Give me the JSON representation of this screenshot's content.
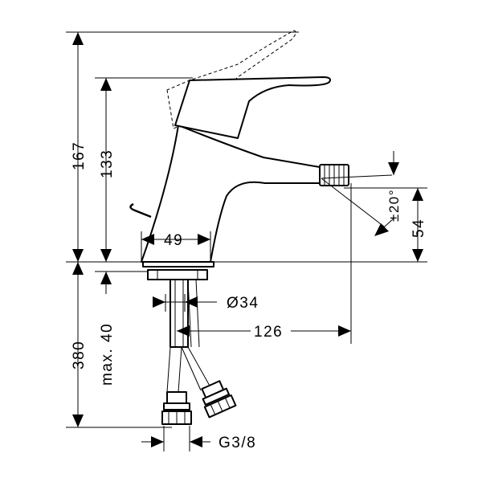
{
  "dimensions": {
    "total_height": "167",
    "spout_height": "133",
    "body_width": "49",
    "spout_angle": "±20°",
    "outlet_height": "54",
    "hole_diameter": "Ø34",
    "reach": "126",
    "hose_length": "380",
    "deck_thickness": "max. 40",
    "connection_thread": "G3/8"
  }
}
